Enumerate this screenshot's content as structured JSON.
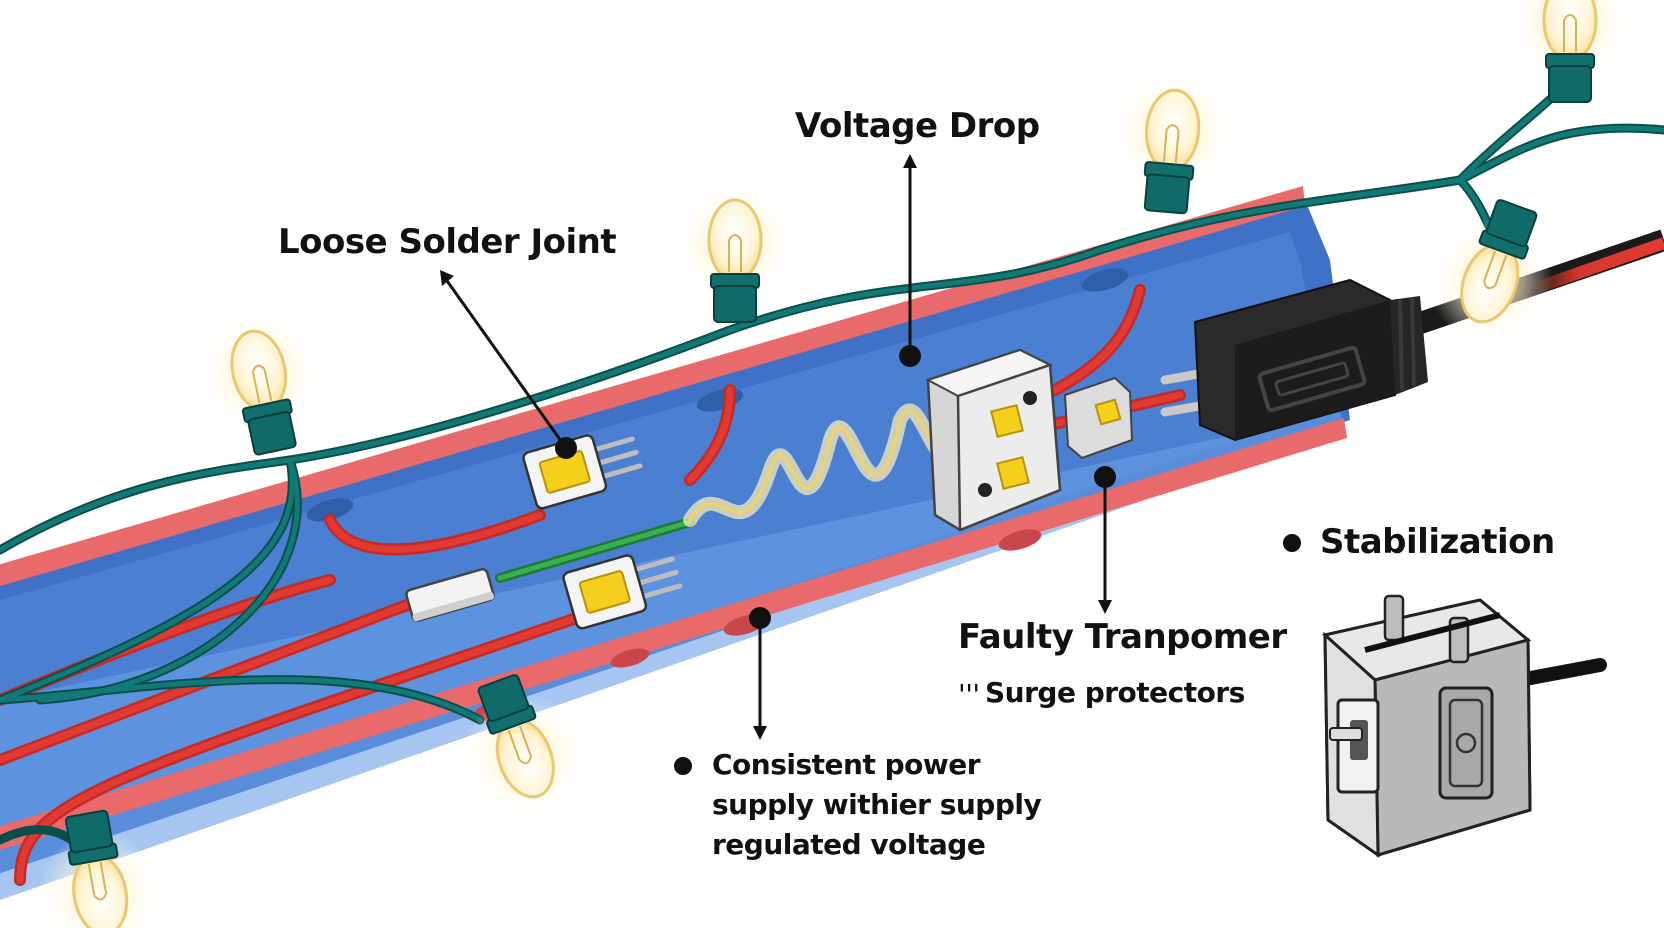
{
  "labels": {
    "voltage_drop": "Voltage Drop",
    "loose_solder_joint": "Loose Solder Joint",
    "stabilization": "Stabilization",
    "faulty_transformer": "Faulty Tranpomer",
    "surge_protectors_mark": "'''",
    "surge_protectors": "Surge protectors",
    "consistent_power": [
      "Consistent power",
      "supply withier supply",
      "regulated voltage"
    ]
  },
  "colors": {
    "channel_blue": "#3f72c6",
    "channel_edge": "#e86a6a",
    "wire_teal": "#0f6b68",
    "wire_red": "#e03a32",
    "wire_green": "#2e9a45",
    "chip_yellow": "#f4cf1c",
    "plug_black": "#1e1e1e",
    "glow": "#fff1c4"
  },
  "icons": [
    "bulb-icon",
    "led-chip-icon",
    "transformer-module-icon",
    "power-plug-icon",
    "surge-protector-icon",
    "flicker-wave-icon",
    "resistor-icon"
  ]
}
